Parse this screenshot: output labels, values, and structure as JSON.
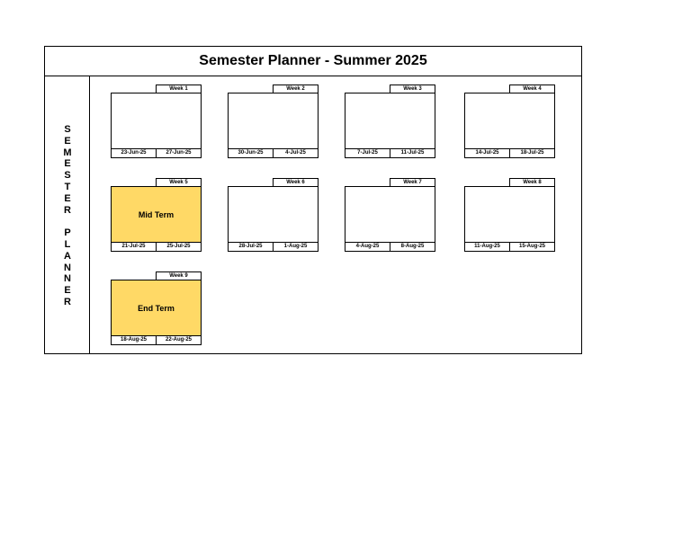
{
  "title": "Semester Planner - Summer 2025",
  "side_label": "S\nE\nM\nE\nS\nT\nE\nR\n\nP\nL\nA\nN\nN\nE\nR",
  "colors": {
    "exam_fill": "#ffd966"
  },
  "weeks": [
    {
      "label": "Week 1",
      "start": "23-Jun-25",
      "end": "27-Jun-25",
      "note": ""
    },
    {
      "label": "Week 2",
      "start": "30-Jun-25",
      "end": "4-Jul-25",
      "note": ""
    },
    {
      "label": "Week 3",
      "start": "7-Jul-25",
      "end": "11-Jul-25",
      "note": ""
    },
    {
      "label": "Week 4",
      "start": "14-Jul-25",
      "end": "18-Jul-25",
      "note": ""
    },
    {
      "label": "Week 5",
      "start": "21-Jul-25",
      "end": "25-Jul-25",
      "note": "Mid Term"
    },
    {
      "label": "Week 6",
      "start": "28-Jul-25",
      "end": "1-Aug-25",
      "note": ""
    },
    {
      "label": "Week 7",
      "start": "4-Aug-25",
      "end": "8-Aug-25",
      "note": ""
    },
    {
      "label": "Week 8",
      "start": "11-Aug-25",
      "end": "15-Aug-25",
      "note": ""
    },
    {
      "label": "Week 9",
      "start": "18-Aug-25",
      "end": "22-Aug-25",
      "note": "End Term"
    }
  ]
}
